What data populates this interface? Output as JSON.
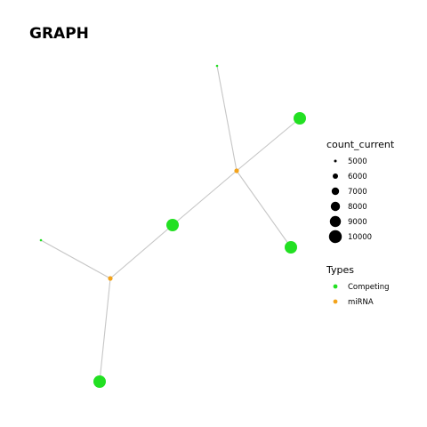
{
  "title": "GRAPH",
  "colors": {
    "Competing": "#22e022",
    "miRNA": "#f3a31b",
    "edge": "#c6c6c6",
    "size_legend": "#000000"
  },
  "legend": {
    "size_title": "count_current",
    "size_entries": [
      "5000",
      "6000",
      "7000",
      "8000",
      "9000",
      "10000"
    ],
    "type_title": "Types",
    "type_entries": [
      "Competing",
      "miRNA"
    ]
  },
  "graph": {
    "nodes": [
      {
        "id": "n1",
        "type": "Competing",
        "count": 5000
      },
      {
        "id": "n2",
        "type": "Competing",
        "count": 10000
      },
      {
        "id": "n3",
        "type": "miRNA",
        "count": 5000
      },
      {
        "id": "n4",
        "type": "Competing",
        "count": 10000
      },
      {
        "id": "n5",
        "type": "Competing",
        "count": 10000
      },
      {
        "id": "n6",
        "type": "Competing",
        "count": 5000
      },
      {
        "id": "n7",
        "type": "miRNA",
        "count": 5000
      },
      {
        "id": "n8",
        "type": "Competing",
        "count": 10000
      }
    ],
    "edges": [
      [
        "n1",
        "n3"
      ],
      [
        "n2",
        "n3"
      ],
      [
        "n3",
        "n4"
      ],
      [
        "n3",
        "n5"
      ],
      [
        "n4",
        "n7"
      ],
      [
        "n6",
        "n7"
      ],
      [
        "n7",
        "n8"
      ]
    ]
  }
}
